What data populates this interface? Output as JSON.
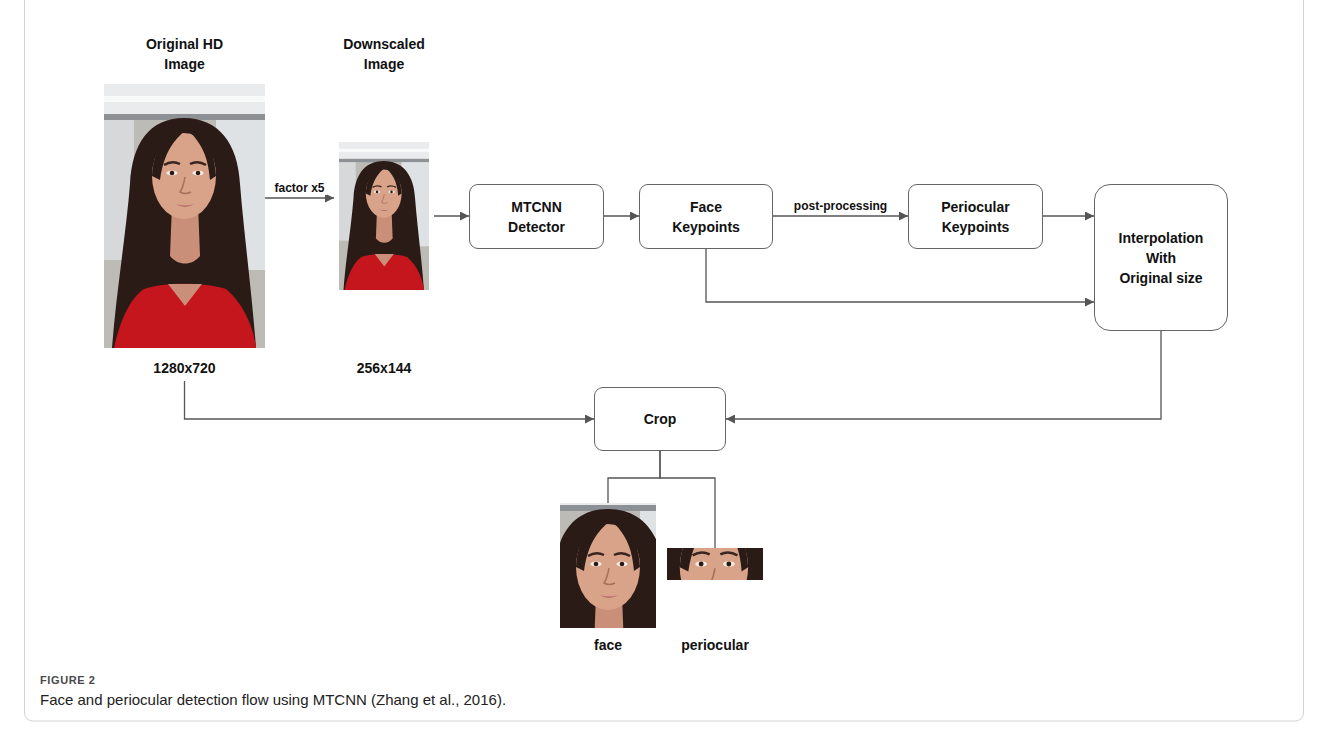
{
  "diagram": {
    "caption": "Face and periocular detection flow using MTCNN (Zhang et al., 2016).",
    "nodes": [
      {
        "text": [
          "Original HD Image",
          "1280x720"
        ]
      },
      {
        "text": [
          "Downscaled Image",
          "256x144"
        ]
      },
      {
        "text": [
          "MTCNN Detector"
        ]
      },
      {
        "text": [
          "Face Keypoints"
        ]
      },
      {
        "text": [
          "Periocular Keypoints"
        ]
      },
      {
        "text": [
          "Interpolation With Original size"
        ]
      },
      {
        "text": [
          "Crop"
        ]
      },
      {
        "text": [
          "face"
        ]
      },
      {
        "text": [
          "periocular"
        ]
      }
    ],
    "edges": [
      {
        "from": 0,
        "to": 1,
        "arrow": "to",
        "label": "factor x5"
      },
      {
        "from": 1,
        "to": 2,
        "arrow": "to"
      },
      {
        "from": 2,
        "to": 3,
        "arrow": "to"
      },
      {
        "from": 3,
        "to": 4,
        "arrow": "to",
        "label": "post-processing"
      },
      {
        "from": 4,
        "to": 5,
        "arrow": "to"
      },
      {
        "from": 3,
        "to": 5,
        "arrow": "to"
      },
      {
        "from": 5,
        "to": 6,
        "arrow": "to"
      },
      {
        "from": 0,
        "to": 6,
        "arrow": "to"
      },
      {
        "from": 6,
        "to": 7,
        "arrow": "none"
      },
      {
        "from": 6,
        "to": 8,
        "arrow": "none"
      }
    ],
    "labels": [
      "FIGURE 2"
    ]
  }
}
